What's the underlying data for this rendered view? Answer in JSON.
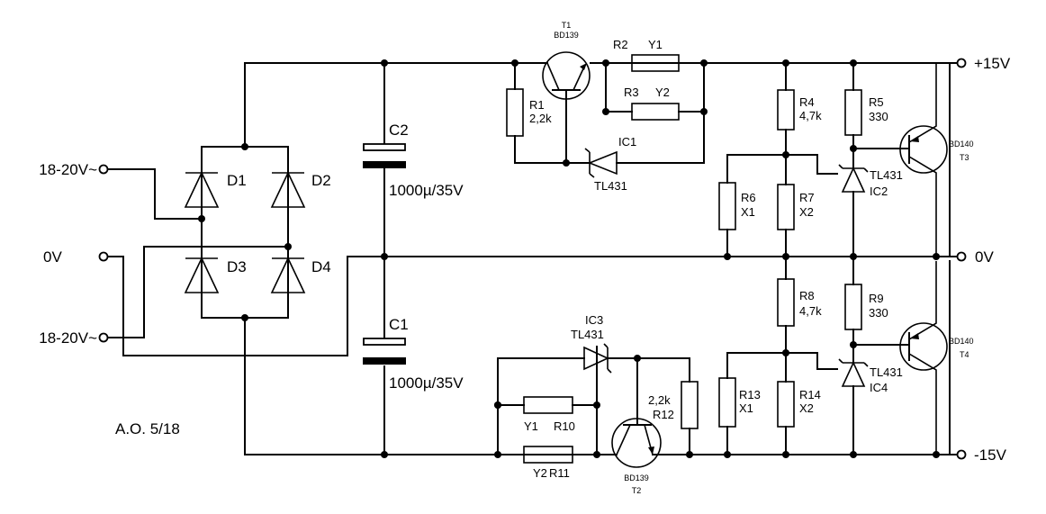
{
  "terminals": {
    "in_top": "18-20V~",
    "in_mid": "0V",
    "in_bot": "18-20V~",
    "out_pos": "+15V",
    "out_gnd": "0V",
    "out_neg": "-15V"
  },
  "diodes": {
    "d1": "D1",
    "d2": "D2",
    "d3": "D3",
    "d4": "D4"
  },
  "capacitors": {
    "c2_name": "C2",
    "c2_value": "1000µ/35V",
    "c1_name": "C1",
    "c1_value": "1000µ/35V"
  },
  "transistors": {
    "t1_name": "T1",
    "t1_type": "BD139",
    "t2_name": "T2",
    "t2_type": "BD139",
    "t3_name": "T3",
    "t3_type": "BD140",
    "t4_name": "T4",
    "t4_type": "BD140"
  },
  "regulators": {
    "ic1_name": "IC1",
    "ic1_type": "TL431",
    "ic2_name": "IC2",
    "ic2_type": "TL431",
    "ic3_name": "IC3",
    "ic3_type": "TL431",
    "ic4_name": "IC4",
    "ic4_type": "TL431"
  },
  "resistors": {
    "r1_name": "R1",
    "r1_value": "2,2k",
    "r2_name": "R2",
    "r2_value": "Y1",
    "r3_name": "R3",
    "r3_value": "Y2",
    "r4_name": "R4",
    "r4_value": "4,7k",
    "r5_name": "R5",
    "r5_value": "330",
    "r6_name": "R6",
    "r6_value": "X1",
    "r7_name": "R7",
    "r7_value": "X2",
    "r8_name": "R8",
    "r8_value": "4,7k",
    "r9_name": "R9",
    "r9_value": "330",
    "r10_name": "R10",
    "r10_value": "Y1",
    "r11_name": "R11",
    "r11_value": "Y2",
    "r12_name": "R12",
    "r12_value": "2,2k",
    "r13_name": "R13",
    "r13_value": "X1",
    "r14_name": "R14",
    "r14_value": "X2"
  },
  "signature": "A.O. 5/18"
}
